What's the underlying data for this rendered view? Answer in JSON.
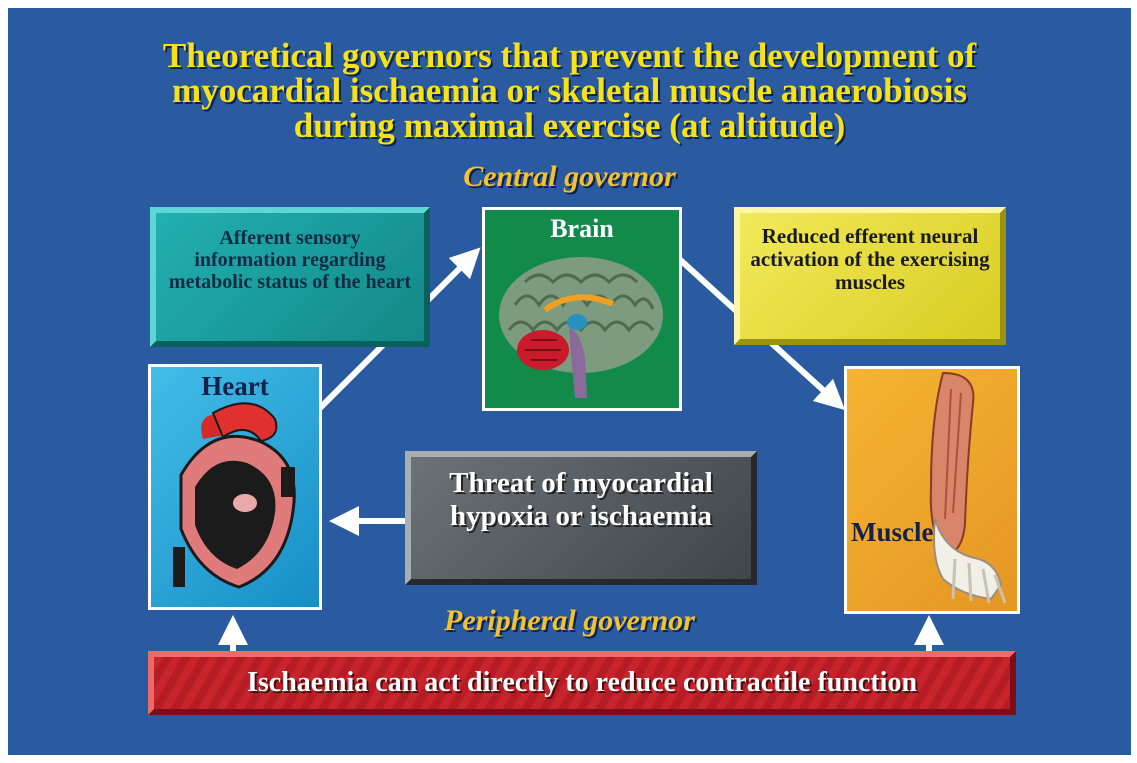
{
  "title_lines": [
    "Theoretical governors that prevent the development of",
    "myocardial ischaemia or skeletal muscle anaerobiosis",
    "during maximal exercise (at altitude)"
  ],
  "central_label": "Central governor",
  "peripheral_label": "Peripheral governor",
  "afferent_box": "Afferent sensory information regarding metabolic status of the heart",
  "brain_label": "Brain",
  "efferent_box": "Reduced efferent neural activation of the exercising muscles",
  "heart_label": "Heart",
  "muscle_label": "Muscle",
  "threat_box": "Threat of myocardial hypoxia or ischaemia",
  "ischaemia_bar": "Ischaemia can act directly to reduce contractile function",
  "colors": {
    "background": "#2a5aa0",
    "title": "#f7e21a",
    "italic_label": "#f4c230",
    "teal_box": "#1b9a9a",
    "brain_panel": "#128a4a",
    "yellow_box": "#ece33a",
    "heart_panel": "#22a2d6",
    "muscle_panel": "#f0a52a",
    "grey_box": "#52595f",
    "red_bar": "#c8242c"
  }
}
